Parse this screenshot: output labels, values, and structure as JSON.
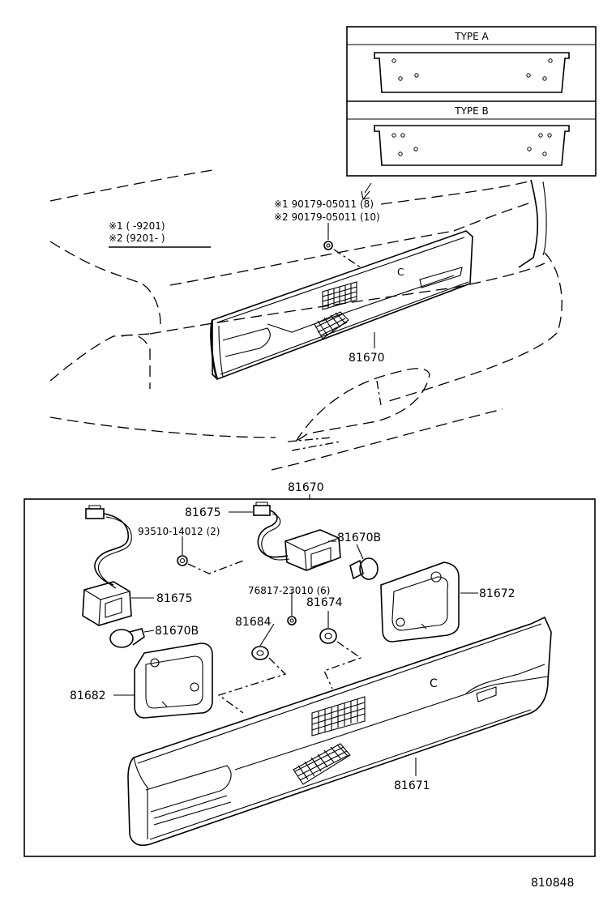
{
  "inset": {
    "type_a_label": "TYPE A",
    "type_b_label": "TYPE B"
  },
  "notes": {
    "screw_line_1": "※1 90179-05011 (8)",
    "screw_line_2": "※2 90179-05011 (10)",
    "range_line_1": "※1 (        -9201)",
    "range_line_2": "※2 (9201-        )"
  },
  "labels": {
    "upper_assembly": "81670",
    "detail_frame_title": "81670",
    "socket_right": "81675",
    "nut": "93510-14012 (2)",
    "bulb_right": "81670B",
    "socket_left": "81675",
    "screw_lower": "76817-23010 (6)",
    "grommet_right": "81674",
    "lens_right": "81672",
    "grommet_left": "81684",
    "bulb_left": "81670B",
    "lens_left": "81682",
    "garnish": "81671",
    "diagram_code": "810848"
  }
}
